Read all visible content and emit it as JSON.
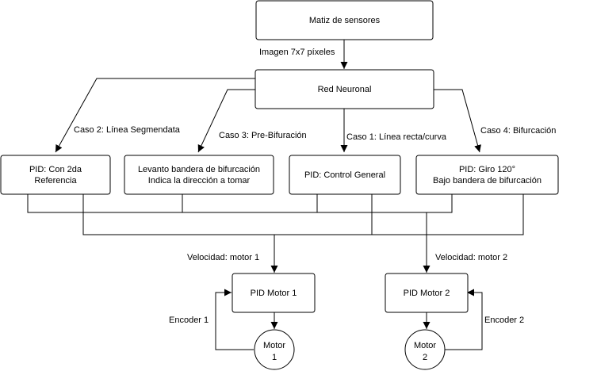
{
  "nodes": {
    "sensor_matrix": "Matiz de sensores",
    "neural_network": "Red Neuronal",
    "pid_second_ref": [
      "PID: Con 2da",
      "Referencia"
    ],
    "flag_bifurcation": [
      "Levanto bandera de bifurcación",
      "Indica la dirección a tomar"
    ],
    "pid_general": "PID: Control General",
    "pid_turn": [
      "PID: Giro 120°",
      "Bajo bandera de bifurcación"
    ],
    "pid_motor1": "PID Motor 1",
    "pid_motor2": "PID Motor 2",
    "motor1": [
      "Motor",
      "1"
    ],
    "motor2": [
      "Motor",
      "2"
    ]
  },
  "edges": {
    "image_input": "Imagen 7x7 píxeles",
    "case1": "Caso 1: Línea recta/curva",
    "case2": "Caso 2: Línea Segmendata",
    "case3": "Caso 3: Pre-Bifuración",
    "case4": "Caso 4: Bifurcación",
    "speed_motor1": "Velocidad: motor 1",
    "speed_motor2": "Velocidad: motor 2",
    "encoder1": "Encoder 1",
    "encoder2": "Encoder 2"
  }
}
